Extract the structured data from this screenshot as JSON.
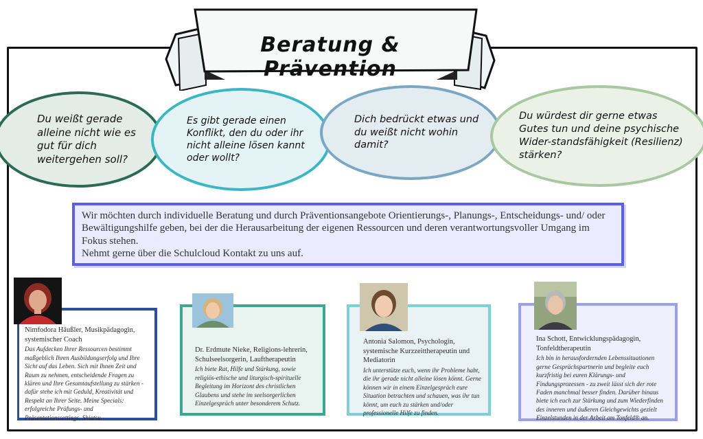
{
  "banner": {
    "title": "Beratung & Prävention"
  },
  "bubbles": [
    {
      "text": "Du weißt gerade alleine nicht wie es gut für dich weitergehen soll?"
    },
    {
      "text": "Es gibt gerade einen Konflikt, den du oder ihr nicht alleine lösen kannt oder wollt?"
    },
    {
      "text": "Dich bedrückt etwas und du weißt nicht wohin damit?"
    },
    {
      "text": "Du würdest dir gerne etwas Gutes tun und deine psychische Wider-standsfähigkeit (Resilienz) stärken?"
    }
  ],
  "info": {
    "paragraph": "Wir möchten durch individuelle Beratung und durch Präventionsangebote Orientierungs-, Planungs-, Entscheidungs- und/ oder Bewältigungshilfe geben, bei der die Herausarbeitung der eigenen Ressourcen und deren verantwortungsvoller Umgang im Fokus stehen.",
    "contact": "Nehmt gerne über die Schulcloud Kontakt zu uns auf."
  },
  "people": [
    {
      "name": "Nimfodora Häußler, Musikpädagogin, systemischer Coach",
      "description": "Das Aufdecken Ihrer Ressourcen bestimmt maßgeblich Ihren Ausbildungserfolg und Ihre Sicht auf das Leben. Sich mit Ihnen Zeit und Raum zu nehmen, entscheidende Fragen zu klären und Ihre Gesamtaufstellung zu stärken - dafür stehe ich mit Geduld, Kreativität und Respekt an Ihrer Seite. Meine Specials: erfolgreiche Prüfungs- und Präsentationssettings, Shiatsu.",
      "photo_icon": "portrait-photo"
    },
    {
      "name": "Dr. Erdmute Nieke, Religions-lehrerin, Schulseelsorgerin, Lauftherapeutin",
      "description": "Ich biete Rat, Hilfe und Stärkung, sowie religiös-ethische und liturgisch-spirituelle Begleitung im Horizont des christlichen Glaubens und stehe im seelsorgerlichen Einzelgespräch unter besonderem Schutz.",
      "photo_icon": "portrait-photo"
    },
    {
      "name": "Antonia Salomon, Psychologin, systemische Kurzzeittherapeutin und Mediatorin",
      "description": "Ich unterstütze euch, wenn ihr Probleme habt, die ihr gerade nicht alleine lösen könnt. Gerne können wir in einem Einzelgespräch eure Situation betrachten und schauen, was ihr tun könnt, um euch zu stärken und/oder professionelle Hilfe zu finden.",
      "photo_icon": "portrait-photo"
    },
    {
      "name": "Ina Schott, Entwicklungspädagogin, Tonfeldtherapeutin",
      "description": "Ich bin in herausfordernden Lebenssituationen gerne Gesprächspartnerin und begleite euch kurzfristig bei euren Klärungs- und Findungsprozessen - zu zweit lässt sich der rote Faden manchmal besser finden. Darüber hinaus biete ich euch zur Stärkung und zum Wiederfinden des inneren und äußeren Gleichgewichts gezielt Einzelstunden in der Arbeit am Tonfeld® an.",
      "photo_icon": "portrait-photo"
    }
  ],
  "colors": {
    "frame": "#111111",
    "bubble1_border": "#2b6b55",
    "bubble2_border": "#3bb6c3",
    "bubble3_border": "#7aa7c3",
    "bubble4_border": "#a9c7a0",
    "info_border": "#5a5ee8",
    "card1_border": "#2c4f9a",
    "card2_border": "#39a98f",
    "card3_border": "#7ed0d6",
    "card4_border": "#9a9ff0"
  }
}
